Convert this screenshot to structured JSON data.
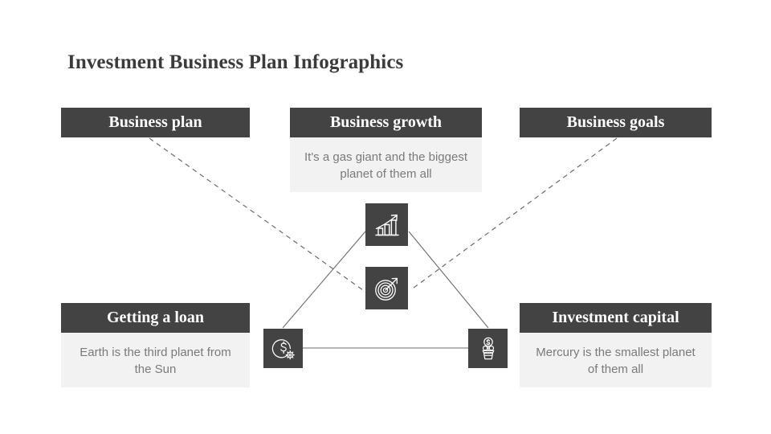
{
  "page": {
    "title": "Investment Business Plan Infographics",
    "background_color": "#ffffff"
  },
  "theme": {
    "header_bg": "#434343",
    "header_text": "#ffffff",
    "body_bg": "#f2f2f2",
    "body_text": "#7a7a7a",
    "title_text": "#3b3b3b",
    "connector_color": "#6b6b6b"
  },
  "cards": [
    {
      "id": "business-plan",
      "title": "Business plan",
      "description": "",
      "has_body": false
    },
    {
      "id": "business-growth",
      "title": "Business growth",
      "description": "It's a gas giant and the biggest planet of them all",
      "has_body": true
    },
    {
      "id": "business-goals",
      "title": "Business goals",
      "description": "",
      "has_body": false
    },
    {
      "id": "getting-a-loan",
      "title": "Getting a loan",
      "description": "Earth is the third planet from the Sun",
      "has_body": true
    },
    {
      "id": "investment-capital",
      "title": "Investment capital",
      "description": "Mercury is the smallest planet of them all",
      "has_body": true
    }
  ],
  "icons": [
    {
      "id": "growth-chart-icon",
      "name": "growth-chart-icon",
      "label": "Business growth"
    },
    {
      "id": "target-icon",
      "name": "target-icon",
      "label": "Business goals"
    },
    {
      "id": "money-gear-icon",
      "name": "money-gear-icon",
      "label": "Getting a loan"
    },
    {
      "id": "money-plant-icon",
      "name": "money-plant-icon",
      "label": "Investment capital"
    }
  ],
  "connectors": [
    {
      "from": "business-plan",
      "to": "target-icon",
      "style": "dashed"
    },
    {
      "from": "business-goals",
      "to": "target-icon",
      "style": "dashed"
    },
    {
      "from": "growth-chart-icon",
      "to": "money-gear-icon",
      "style": "solid"
    },
    {
      "from": "growth-chart-icon",
      "to": "money-plant-icon",
      "style": "solid"
    },
    {
      "from": "money-gear-icon",
      "to": "money-plant-icon",
      "style": "solid"
    }
  ]
}
